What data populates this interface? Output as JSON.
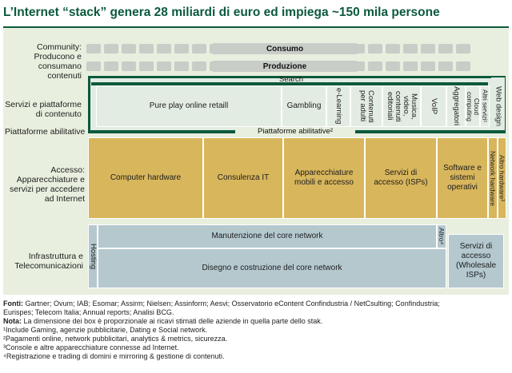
{
  "title": "L’Internet “stack” genera 28 miliardi di euro ed impiega ~150 mila persone",
  "rows": {
    "community": "Community: Producono e consumano contenuti",
    "servizi": "Servizi e piattaforme di contenuto",
    "piattaforme": "Piattaforme abilitative",
    "accesso": "Accesso: Apparecchiature e servizi per accedere ad Internet",
    "infrastruttura": "Infrastruttura e Telecomunicazioni"
  },
  "community_bands": {
    "consumo": "Consumo",
    "produzione": "Produzione"
  },
  "search_label": "Search",
  "web_design": "Web design",
  "piattaforme_bar": "Piattaforme abilitative²",
  "services": {
    "pure_play": "Pure play online retaill",
    "gambling": "Gambling",
    "elearning": "e-Learning",
    "contenuti_adulti": "Contenuti per adulti",
    "musica": "Musica, video, contenuti editoriali",
    "voip": "VoIP",
    "aggregatori": "Aggregatori",
    "cloud": "Cloud computing",
    "altri_servizi": "Altri servizi¹"
  },
  "access": {
    "computer": "Computer hardware",
    "consulenza": "Consulenza IT",
    "mobili": "Apparecchiature mobili e accesso",
    "isp": "Servizi di accesso (ISPs)",
    "software": "Software e sistemi operativi",
    "network_hw": "Network hardware",
    "altro_hw": "Altro hardware³"
  },
  "infra": {
    "hosting": "Hosting",
    "manutenzione": "Manutenzione del core network",
    "disegno": "Disegno e costruzione del core network",
    "altro": "Altro⁴",
    "wholesale": "Servizi di accesso (Wholesale ISPs)"
  },
  "footnotes": {
    "fonti_label": "Fonti:",
    "fonti_line1": "Gartner; Ovum; IAB; Esomar; Assirm; Nielsen; Assinform; Aesvi; Osservatorio eContent Confindustria / NetCsulting; Confindustria;",
    "fonti_line2": "Eurispes; Telecom Italia; Annual reports; Analisi BCG.",
    "nota_label": "Nota:",
    "nota": "La dimensione dei box è proporzionale ai ricavi stimati delle aziende in quella parte dello stak.",
    "n1": "¹Include Gaming, agenzie pubblicitarie, Dating e Social network.",
    "n2": "²Pagamenti online, network pubblicitari, analytics & metrics, sicurezza.",
    "n3": "³Console e altre apparecchiature connesse ad Internet.",
    "n4": "⁴Registrazione e trading di domini e mirroring & gestione di contenuti."
  },
  "colors": {
    "title_green": "#0b5a3d",
    "panel_bg": "#e8efde",
    "services_bg": "#e3ece3",
    "access_gold": "#d8b65c",
    "infra_blue": "#b4c8ce",
    "band_gray": "#c9cdc8"
  }
}
